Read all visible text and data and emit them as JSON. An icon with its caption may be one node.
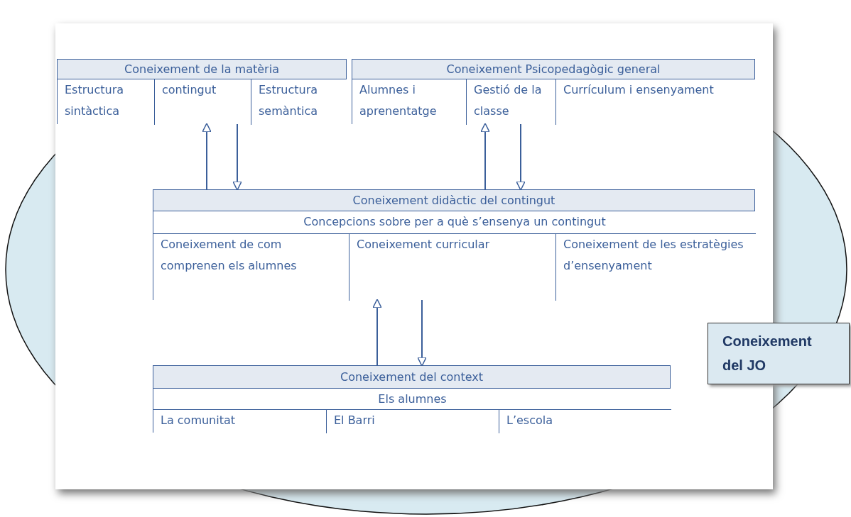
{
  "diagram": {
    "nodes": [
      {
        "text": [
          "Coneixement del JO"
        ]
      },
      {
        "text": [
          "Coneixement de la matèria"
        ]
      },
      {
        "text": [
          "Estructura sintàctica"
        ],
        "in": 1
      },
      {
        "text": [
          "contingut"
        ],
        "in": 1
      },
      {
        "text": [
          "Estructura semàntica"
        ],
        "in": 1
      },
      {
        "text": [
          "Coneixement Psicopedagògic general"
        ]
      },
      {
        "text": [
          "Alumnes i aprenentatge"
        ],
        "in": 5
      },
      {
        "text": [
          "Gestió de la classe"
        ],
        "in": 5
      },
      {
        "text": [
          "Currículum i ensenyament"
        ],
        "in": 5
      },
      {
        "text": [
          "Coneixement didàctic del contingut"
        ]
      },
      {
        "text": [
          "Concepcions sobre per a què s’ensenya un contingut"
        ],
        "in": 9
      },
      {
        "text": [
          "Coneixement de com comprenen els alumnes"
        ],
        "in": 9
      },
      {
        "text": [
          "Coneixement curricular"
        ],
        "in": 9
      },
      {
        "text": [
          "Coneixement de les estratègies d’ensenyament"
        ],
        "in": 9
      },
      {
        "text": [
          "Coneixement del context"
        ]
      },
      {
        "text": [
          "Els alumnes"
        ],
        "in": 14
      },
      {
        "text": [
          "La comunitat"
        ],
        "in": 14
      },
      {
        "text": [
          "El Barri"
        ],
        "in": 14
      },
      {
        "text": [
          "L’escola"
        ],
        "in": 14
      }
    ],
    "edges": [
      {
        "from": 9,
        "to": 1,
        "arrow": "to"
      },
      {
        "from": 1,
        "to": 9,
        "arrow": "to"
      },
      {
        "from": 9,
        "to": 5,
        "arrow": "to"
      },
      {
        "from": 5,
        "to": 9,
        "arrow": "to"
      },
      {
        "from": 14,
        "to": 9,
        "arrow": "to"
      },
      {
        "from": 9,
        "to": 14,
        "arrow": "to"
      }
    ]
  }
}
